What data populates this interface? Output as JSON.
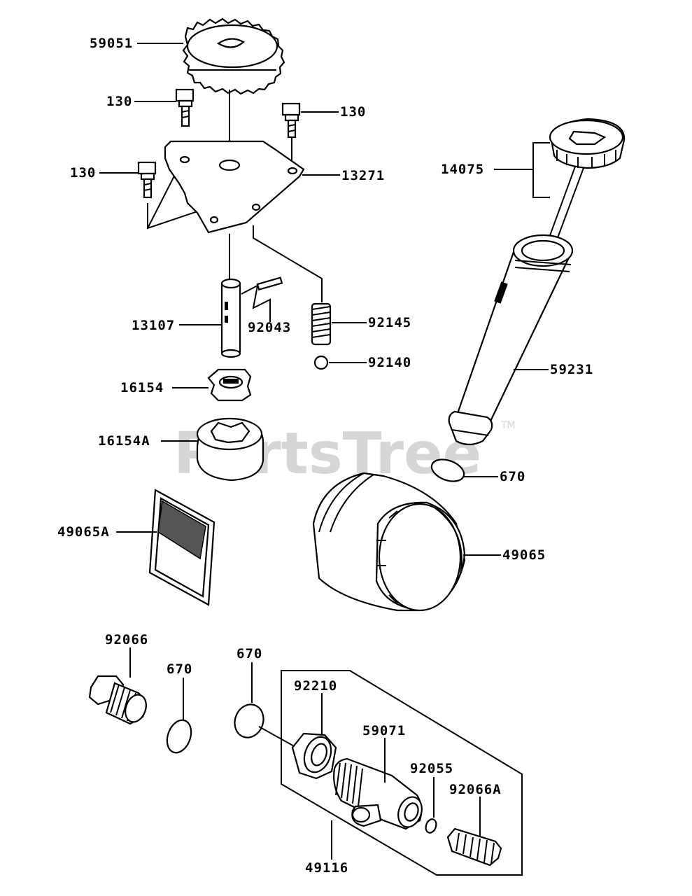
{
  "watermark": {
    "text": "PartsTree",
    "trademark": "TM"
  },
  "callouts": {
    "c59051": "59051",
    "c130_a": "130",
    "c130_b": "130",
    "c130_c": "130",
    "c13271": "13271",
    "c14075": "14075",
    "c13107": "13107",
    "c92043": "92043",
    "c92145": "92145",
    "c92140": "92140",
    "c59231": "59231",
    "c16154": "16154",
    "c16154A": "16154A",
    "c670_a": "670",
    "c49065A": "49065A",
    "c49065": "49065",
    "c92066": "92066",
    "c670_b": "670",
    "c670_c": "670",
    "c92210": "92210",
    "c59071": "59071",
    "c92055": "92055",
    "c92066A": "92066A",
    "c49116": "49116"
  }
}
